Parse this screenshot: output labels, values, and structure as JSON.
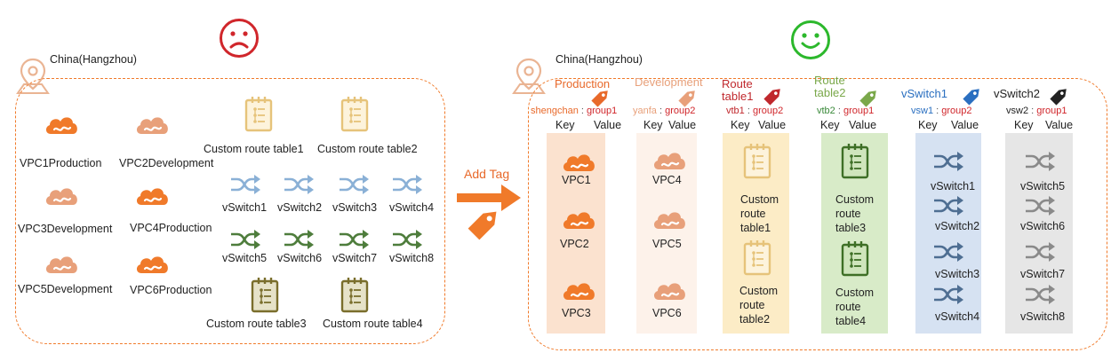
{
  "before": {
    "region": "China(Hangzhou)",
    "vpcs": [
      "VPC1Production",
      "VPC2Development",
      "VPC3Development",
      "VPC4Production",
      "VPC5Development",
      "VPC6Production"
    ],
    "route_tables_top": [
      "Custom route table1",
      "Custom route table2"
    ],
    "route_tables_bottom": [
      "Custom route table3",
      "Custom route table4"
    ],
    "vswitches_blue": [
      "vSwitch1",
      "vSwitch2",
      "vSwitch3",
      "vSwitch4"
    ],
    "vswitches_green": [
      "vSwitch5",
      "vSwitch6",
      "vSwitch7",
      "vSwitch8"
    ]
  },
  "arrow": {
    "label": "Add Tag"
  },
  "after": {
    "region": "China(Hangzhou)",
    "columns": [
      {
        "tag": "Production",
        "tag_color": "#e8692a",
        "key": "shengchan",
        "value": "group1",
        "key_color": "#e8692a",
        "kv_header_key": "Key",
        "kv_header_value": "Value",
        "items": [
          "VPC1",
          "VPC2",
          "VPC3"
        ]
      },
      {
        "tag": "Development",
        "tag_color": "#e8a07a",
        "key": "yanfa",
        "value": "group2",
        "key_color": "#e8a07a",
        "kv_header_key": "Key",
        "kv_header_value": "Value",
        "items": [
          "VPC4",
          "VPC5",
          "VPC6"
        ]
      },
      {
        "tag": "Route table1",
        "tag_color": "#c0282d",
        "key": "vtb1",
        "value": "group2",
        "key_color": "#c0282d",
        "kv_header_key": "Key",
        "kv_header_value": "Value",
        "items": [
          "Custom route table1",
          "Custom route table2"
        ]
      },
      {
        "tag": "Route table2",
        "tag_color": "#7aa84a",
        "key": "vtb2",
        "value": "group1",
        "key_color": "#3a8a3a",
        "kv_header_key": "Key",
        "kv_header_value": "Value",
        "items": [
          "Custom route table3",
          "Custom route table4"
        ]
      },
      {
        "tag": "vSwitch1",
        "tag_color": "#2a6fc0",
        "key": "vsw1",
        "value": "group2",
        "key_color": "#2a6fc0",
        "kv_header_key": "Key",
        "kv_header_value": "Value",
        "items": [
          "vSwitch1",
          "vSwitch2",
          "vSwitch3",
          "vSwitch4"
        ]
      },
      {
        "tag": "vSwitch2",
        "tag_color": "#222222",
        "key": "vsw2",
        "value": "group1",
        "key_color": "#222222",
        "kv_header_key": "Key",
        "kv_header_value": "Value",
        "items": [
          "vSwitch5",
          "vSwitch6",
          "vSwitch7",
          "vSwitch8"
        ]
      }
    ],
    "separator": ":",
    "value_color": "#d0262b"
  },
  "colors": {
    "orange": "#f07a2a",
    "sad": "#d0262b",
    "happy": "#2cb82c"
  }
}
